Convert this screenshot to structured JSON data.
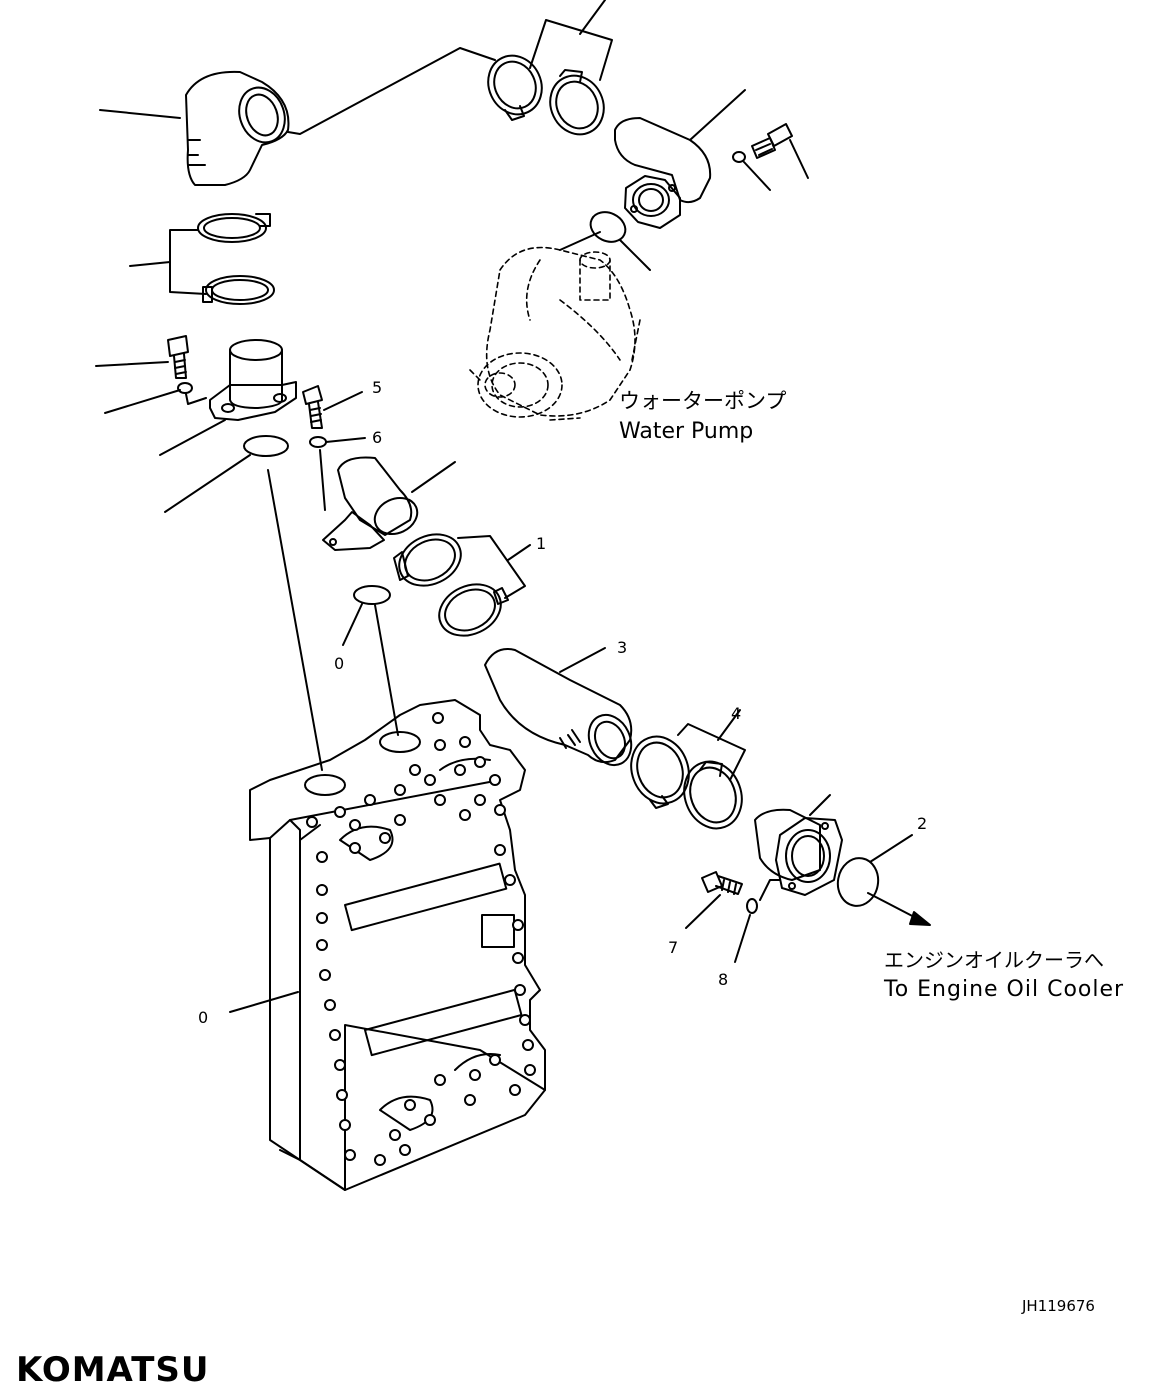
{
  "callouts": {
    "water_pump_jp": "ウォーターポンプ",
    "water_pump_en": "Water Pump",
    "oil_cooler_jp": "エンジンオイルクーラへ",
    "oil_cooler_en": "To Engine Oil Cooler"
  },
  "part_numbers": {
    "n5": "5",
    "n6": "6",
    "n1": "1",
    "n3": "3",
    "n4": "4",
    "n2": "2",
    "n7": "7",
    "n8": "8",
    "n0a": "0",
    "n0b": "0"
  },
  "drawing_code": "JH119676",
  "brand": "KOMATSU",
  "colors": {
    "ink": "#000000",
    "paper": "#ffffff"
  }
}
